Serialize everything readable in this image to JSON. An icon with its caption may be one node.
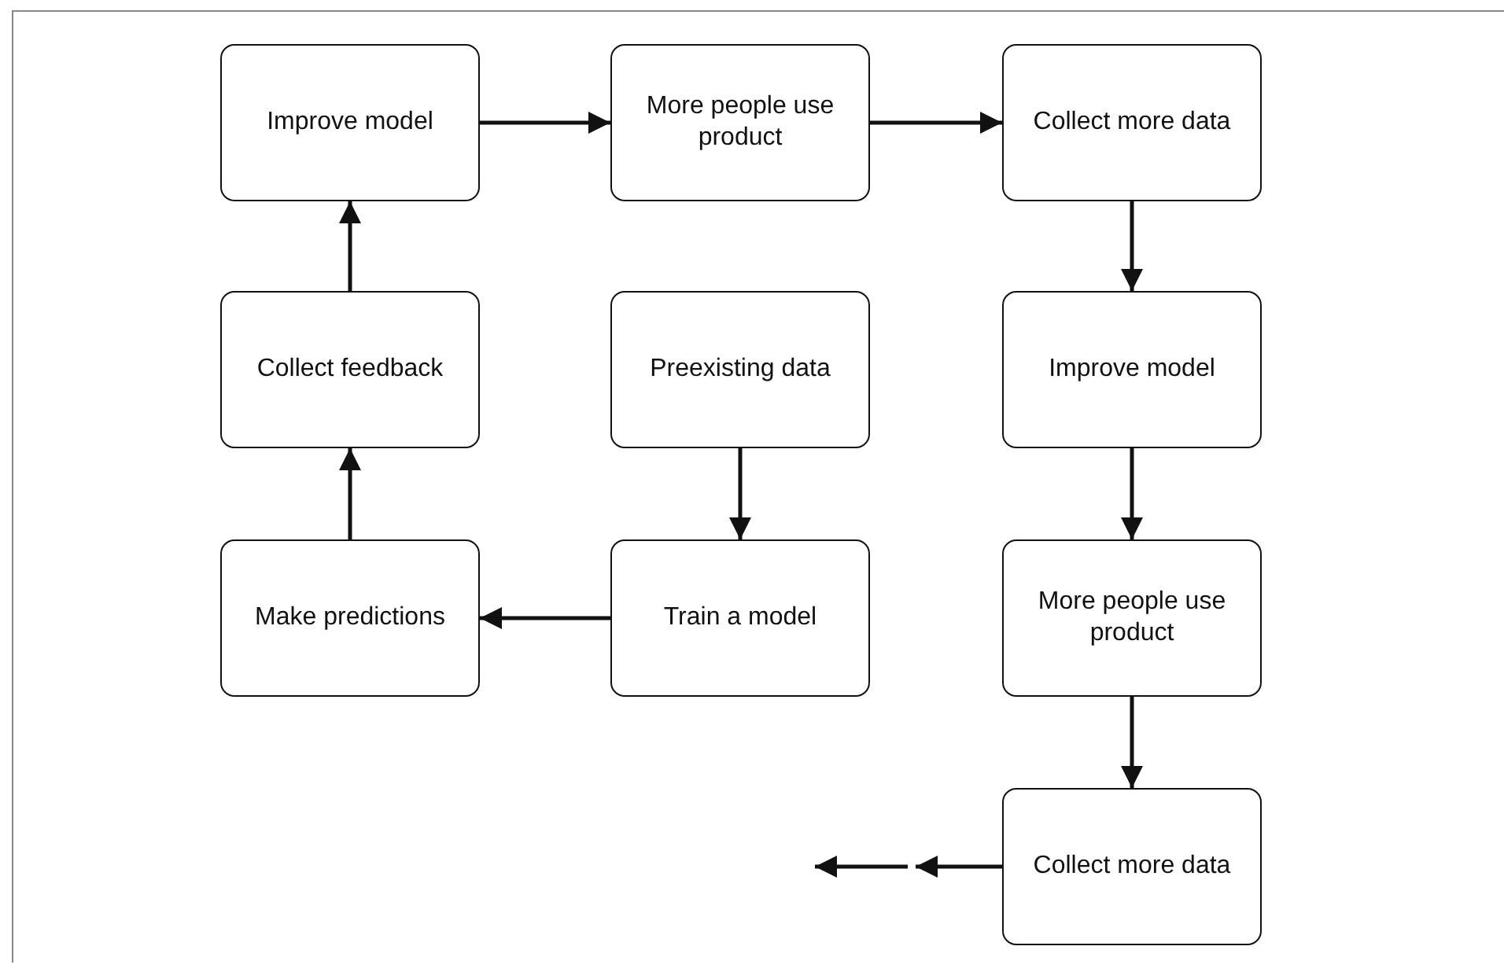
{
  "diagram": {
    "nodes": [
      {
        "text": [
          "Improve model"
        ]
      },
      {
        "text": [
          "More people use product"
        ]
      },
      {
        "text": [
          "Collect more data"
        ]
      },
      {
        "text": [
          "Collect feedback"
        ]
      },
      {
        "text": [
          "Preexisting data"
        ]
      },
      {
        "text": [
          "Improve model"
        ]
      },
      {
        "text": [
          "Make predictions"
        ]
      },
      {
        "text": [
          "Train a model"
        ]
      },
      {
        "text": [
          "More people use product"
        ]
      },
      {
        "text": [
          "Collect more data"
        ]
      }
    ],
    "edges": [
      {
        "from": 4,
        "to": 7,
        "arrow": "to"
      },
      {
        "from": 7,
        "to": 6,
        "arrow": "to"
      },
      {
        "from": 6,
        "to": 3,
        "arrow": "to"
      },
      {
        "from": 3,
        "to": 0,
        "arrow": "to"
      },
      {
        "from": 0,
        "to": 1,
        "arrow": "to"
      },
      {
        "from": 1,
        "to": 2,
        "arrow": "to"
      },
      {
        "from": 2,
        "to": 5,
        "arrow": "to"
      },
      {
        "from": 5,
        "to": 8,
        "arrow": "to"
      },
      {
        "from": 8,
        "to": 9,
        "arrow": "to"
      },
      {
        "from": 9,
        "to": null,
        "arrow": "to"
      }
    ]
  }
}
